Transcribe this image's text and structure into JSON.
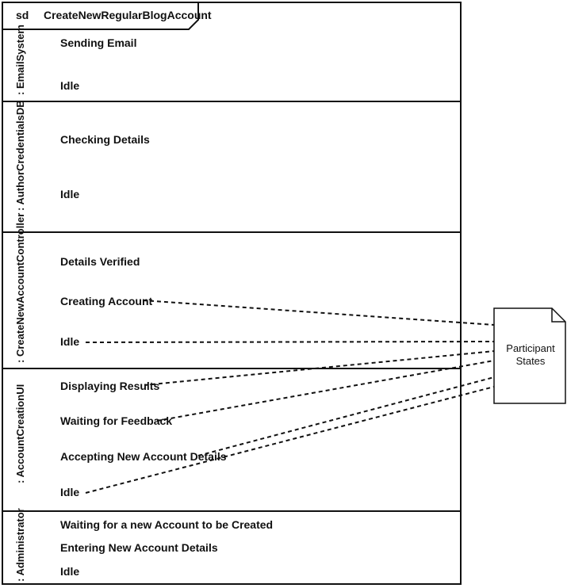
{
  "diagram": {
    "keyword": "sd",
    "name": "CreateNewRegularBlogAccount"
  },
  "lifelines": [
    {
      "label": ": EmailSystem",
      "states": [
        "Sending Email",
        "Idle"
      ]
    },
    {
      "label": ": AuthorCredentialsDB",
      "states": [
        "Checking Details",
        "Idle"
      ]
    },
    {
      "label": ": CreateNewAccountController",
      "states": [
        "Details Verified",
        "Creating Account",
        "Idle"
      ]
    },
    {
      "label": ": AccountCreationUI",
      "states": [
        "Displaying Results",
        "Waiting for Feedback",
        "Accepting New Account Details",
        "Idle"
      ]
    },
    {
      "label": ": Administrator",
      "states": [
        "Waiting for a new Account to be Created",
        "Entering New Account Details",
        "Idle"
      ]
    }
  ],
  "note": {
    "line1": "Participant",
    "line2": "States"
  }
}
